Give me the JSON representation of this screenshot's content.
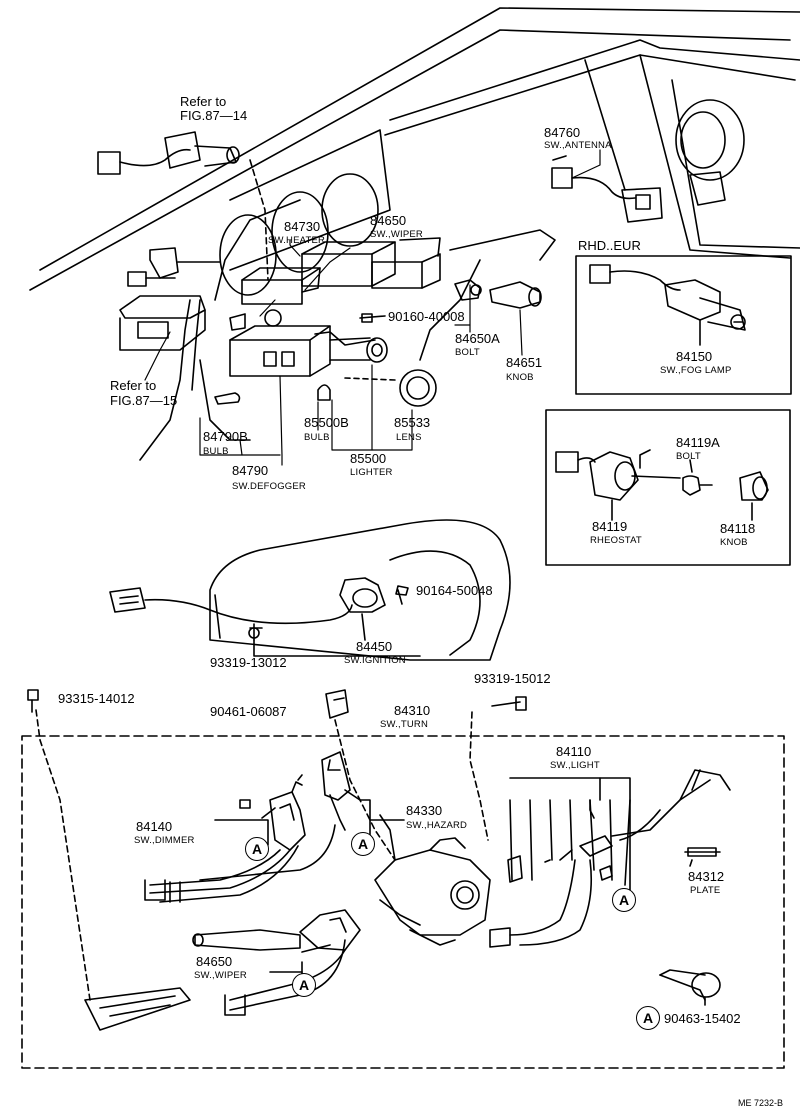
{
  "refs": {
    "ref_fig14_line1": "Refer to",
    "ref_fig14_line2": "FIG.87—14",
    "ref_fig15_line1": "Refer to",
    "ref_fig15_line2": "FIG.87—15"
  },
  "parts": {
    "p84760": {
      "num": "84760",
      "name": "SW.,ANTENNA"
    },
    "p84730": {
      "num": "84730",
      "name": "SW.HEATER"
    },
    "p84650_top": {
      "num": "84650",
      "name": "SW.,WIPER"
    },
    "p90160": {
      "num": "90160-40008"
    },
    "p84650A": {
      "num": "84650A",
      "name": "BOLT"
    },
    "p84651": {
      "num": "84651",
      "name": "KNOB"
    },
    "p84150": {
      "num": "84150",
      "name": "SW.,FOG LAMP"
    },
    "p84790B": {
      "num": "84790B",
      "name": "BULB"
    },
    "p85500B": {
      "num": "85500B",
      "name": "BULB"
    },
    "p85533": {
      "num": "85533",
      "name": "LENS"
    },
    "p85500": {
      "num": "85500",
      "name": "LIGHTER"
    },
    "p84790": {
      "num": "84790",
      "name": "SW.DEFOGGER"
    },
    "p84119A": {
      "num": "84119A",
      "name": "BOLT"
    },
    "p84119": {
      "num": "84119",
      "name": "RHEOSTAT"
    },
    "p84118": {
      "num": "84118",
      "name": "KNOB"
    },
    "p90164": {
      "num": "90164-50048"
    },
    "p84450": {
      "num": "84450",
      "name": "SW.IGNITION"
    },
    "p93319_13": {
      "num": "93319-13012"
    },
    "p93315": {
      "num": "93315-14012"
    },
    "p93319_15": {
      "num": "93319-15012"
    },
    "p90461": {
      "num": "90461-06087"
    },
    "p84310": {
      "num": "84310",
      "name": "SW.,TURN"
    },
    "p84110": {
      "num": "84110",
      "name": "SW.,LIGHT"
    },
    "p84140": {
      "num": "84140",
      "name": "SW.,DIMMER"
    },
    "p84330": {
      "num": "84330",
      "name": "SW.,HAZARD"
    },
    "p84312": {
      "num": "84312",
      "name": "PLATE"
    },
    "p84650_low": {
      "num": "84650",
      "name": "SW.,WIPER"
    },
    "p90463": {
      "num": "90463-15402"
    }
  },
  "boxes": {
    "rhd_eur": "RHD..EUR"
  },
  "callout_letter": "A",
  "footer": "ME 7232-B"
}
